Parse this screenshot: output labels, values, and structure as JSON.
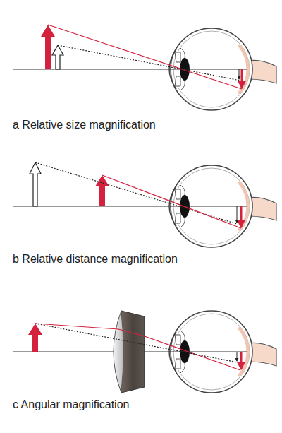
{
  "diagram": {
    "labels": [
      "a Relative size magnification",
      "b Relative distance magnification",
      "c Angular magnification"
    ]
  }
}
